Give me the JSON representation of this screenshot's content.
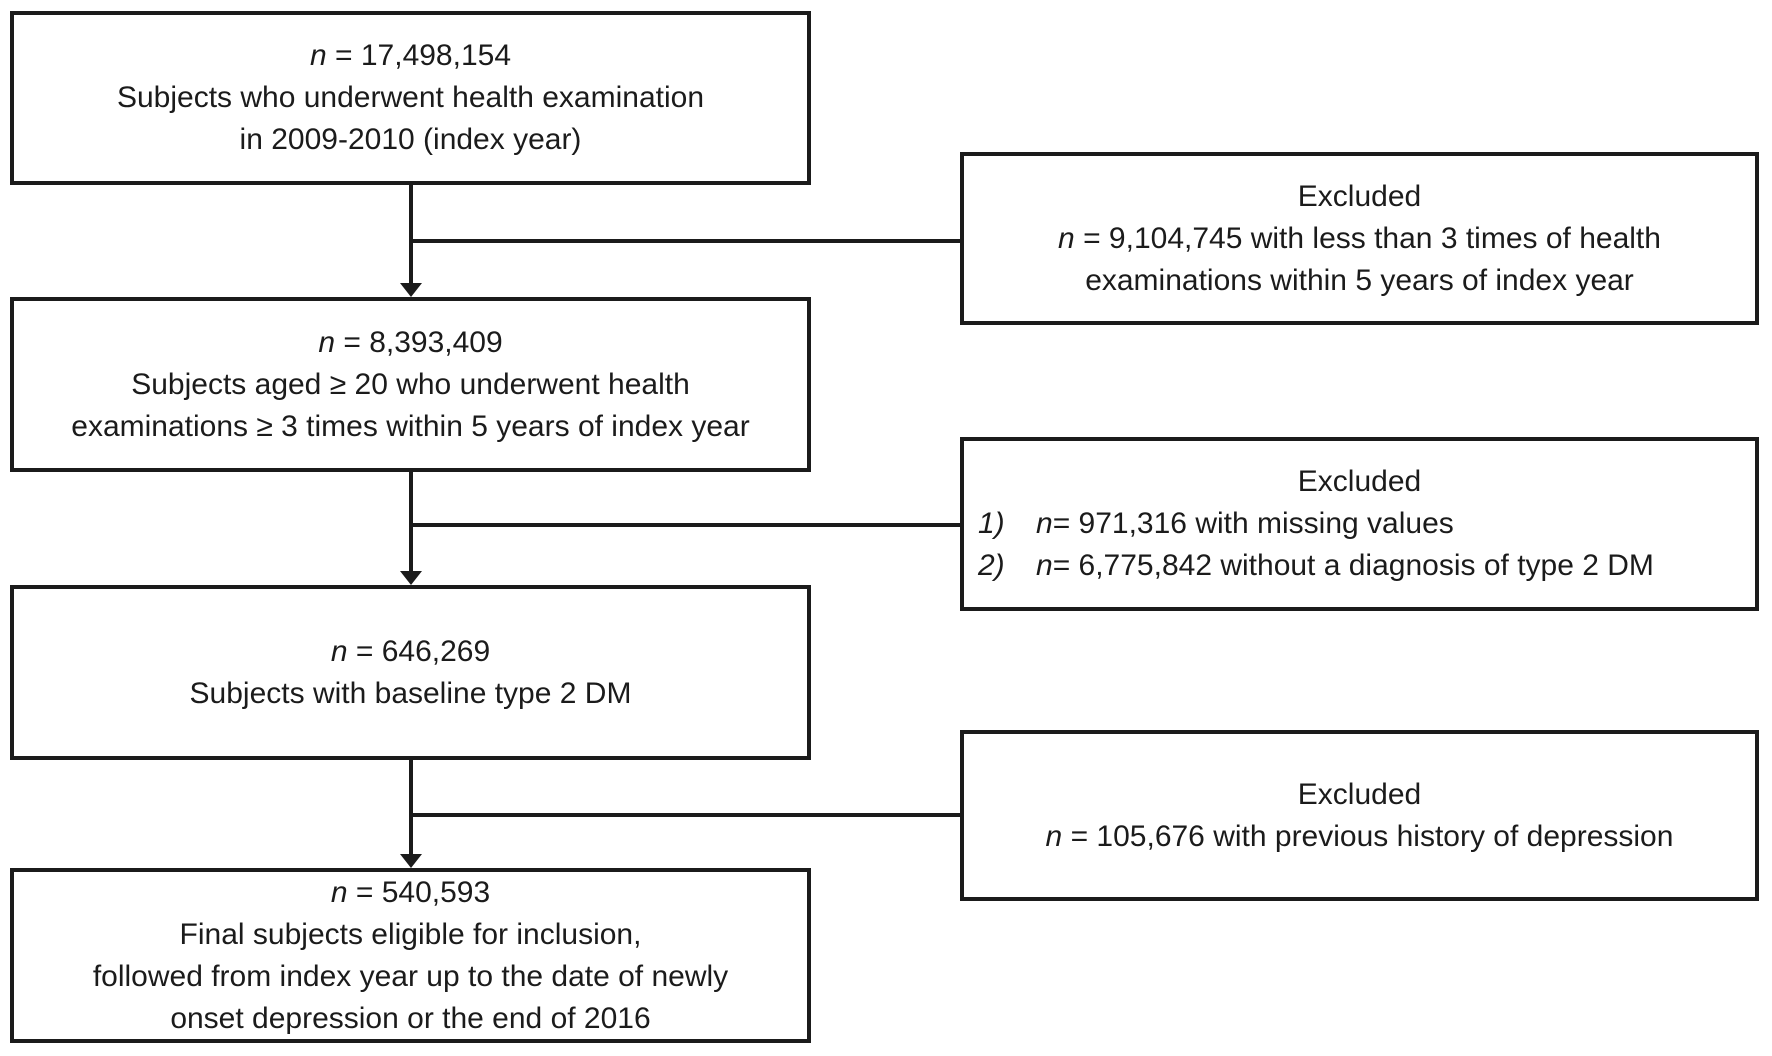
{
  "colors": {
    "background": "#ffffff",
    "line": "#1b1b1b",
    "text": "#1b1b1b"
  },
  "main_boxes": [
    {
      "n_label": "n",
      "n_value": " = 17,498,154",
      "lines": [
        "Subjects who underwent health examination",
        "in 2009-2010 (index year)"
      ]
    },
    {
      "n_label": "n",
      "n_value": " = 8,393,409",
      "lines": [
        "Subjects aged ≥ 20 who underwent health",
        "examinations ≥ 3 times within 5 years of index year"
      ]
    },
    {
      "n_label": "n",
      "n_value": " = 646,269",
      "lines": [
        "Subjects with baseline type 2 DM"
      ]
    },
    {
      "n_label": "n",
      "n_value": " = 540,593",
      "lines": [
        "Final subjects eligible for inclusion,",
        "followed from index year up to the date of newly",
        "onset depression or the end of 2016"
      ]
    }
  ],
  "excluded_boxes": [
    {
      "title": "Excluded",
      "n_label": "n",
      "line1": " = 9,104,745 with less than 3 times of health",
      "line2": "examinations within 5 years of index year"
    },
    {
      "title": "Excluded",
      "items": [
        {
          "marker": "1)",
          "n_label": "n",
          "text": " = 971,316 with missing values"
        },
        {
          "marker": "2)",
          "n_label": "n",
          "text": " = 6,775,842 without a diagnosis of type 2 DM"
        }
      ]
    },
    {
      "title": "Excluded",
      "n_label": "n",
      "line1": " = 105,676 with previous history of depression"
    }
  ]
}
